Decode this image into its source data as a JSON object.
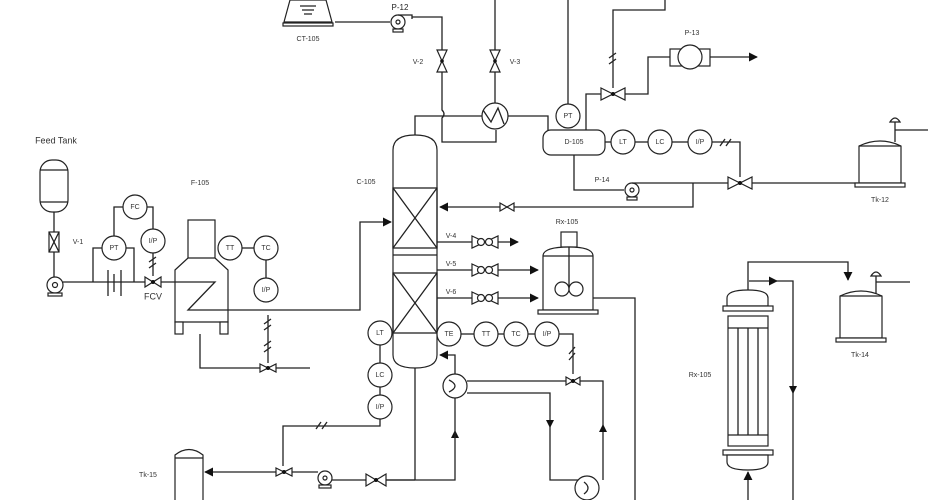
{
  "labels": {
    "feed_tank": "Feed Tank",
    "v1": "V-1",
    "fcv": "FCV",
    "f105": "F-105",
    "ct105": "CT-105",
    "p12": "P-12",
    "v2": "V-2",
    "v3": "V-3",
    "c105": "C-105",
    "d105": "D-105",
    "p13": "P-13",
    "p14": "P-14",
    "tk12": "Tk-12",
    "rx105_stirred": "Rx-105",
    "rx105_tubular": "Rx-105",
    "tk14": "Tk-14",
    "tk15": "Tk-15",
    "v4": "V-4",
    "v5": "V-5",
    "v6": "V-6"
  },
  "instruments": {
    "feed_pt": "PT",
    "feed_fc": "FC",
    "feed_ip": "I/P",
    "heater_tt": "TT",
    "heater_tc": "TC",
    "heater_ip": "I/P",
    "drum_pt": "PT",
    "drum_lt": "LT",
    "drum_lc": "LC",
    "drum_ip": "I/P",
    "col_lt": "LT",
    "col_lc": "LC",
    "col_ip": "I/P",
    "col_te": "TE",
    "col_tt": "TT",
    "col_tc": "TC",
    "col_tip": "I/P"
  }
}
